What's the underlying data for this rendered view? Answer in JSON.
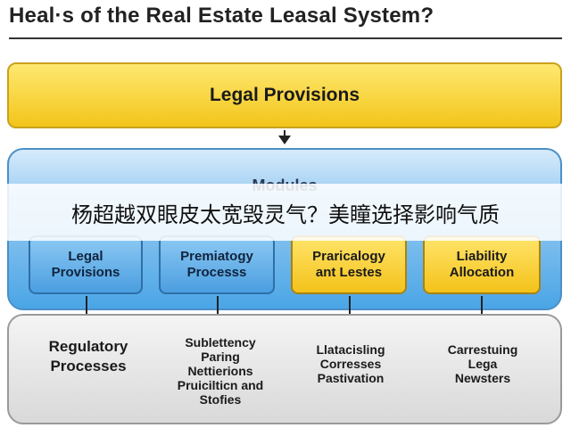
{
  "title": "Heal·s of the Real Estate Leasal System?",
  "top_box": {
    "label": "Legal Provisions"
  },
  "modules": {
    "title": "Modules",
    "items": [
      {
        "lines": [
          "Legal",
          "Provisions"
        ],
        "color": "#5aa8e6"
      },
      {
        "lines": [
          "Premiatogy",
          "Processs"
        ],
        "color": "#5aa8e6"
      },
      {
        "lines": [
          "Praricalogy",
          "ant Lestes"
        ],
        "color": "#f6c81e"
      },
      {
        "lines": [
          "Liability",
          "Allocation"
        ],
        "color": "#f6c81e"
      }
    ]
  },
  "overlay_caption": "杨超越双眼皮太宽毁灵气？美瞳选择影响气质",
  "processes": {
    "columns": [
      {
        "lines": [
          "Regulatory",
          "Processes"
        ]
      },
      {
        "lines": [
          "Sublettency",
          "Paring",
          "Nettierions",
          "Pruicilticn and",
          "Stofies"
        ]
      },
      {
        "lines": [
          "Llatacisling",
          "Corresses",
          "Pastivation"
        ]
      },
      {
        "lines": [
          "Carrestuing",
          "Lega",
          "Newsters"
        ]
      }
    ]
  },
  "colors": {
    "legal_banner": "#f2c51a",
    "modules_panel": "#4aa5e6",
    "process_panel": "#d9d9d9",
    "arrow": "#222222"
  }
}
